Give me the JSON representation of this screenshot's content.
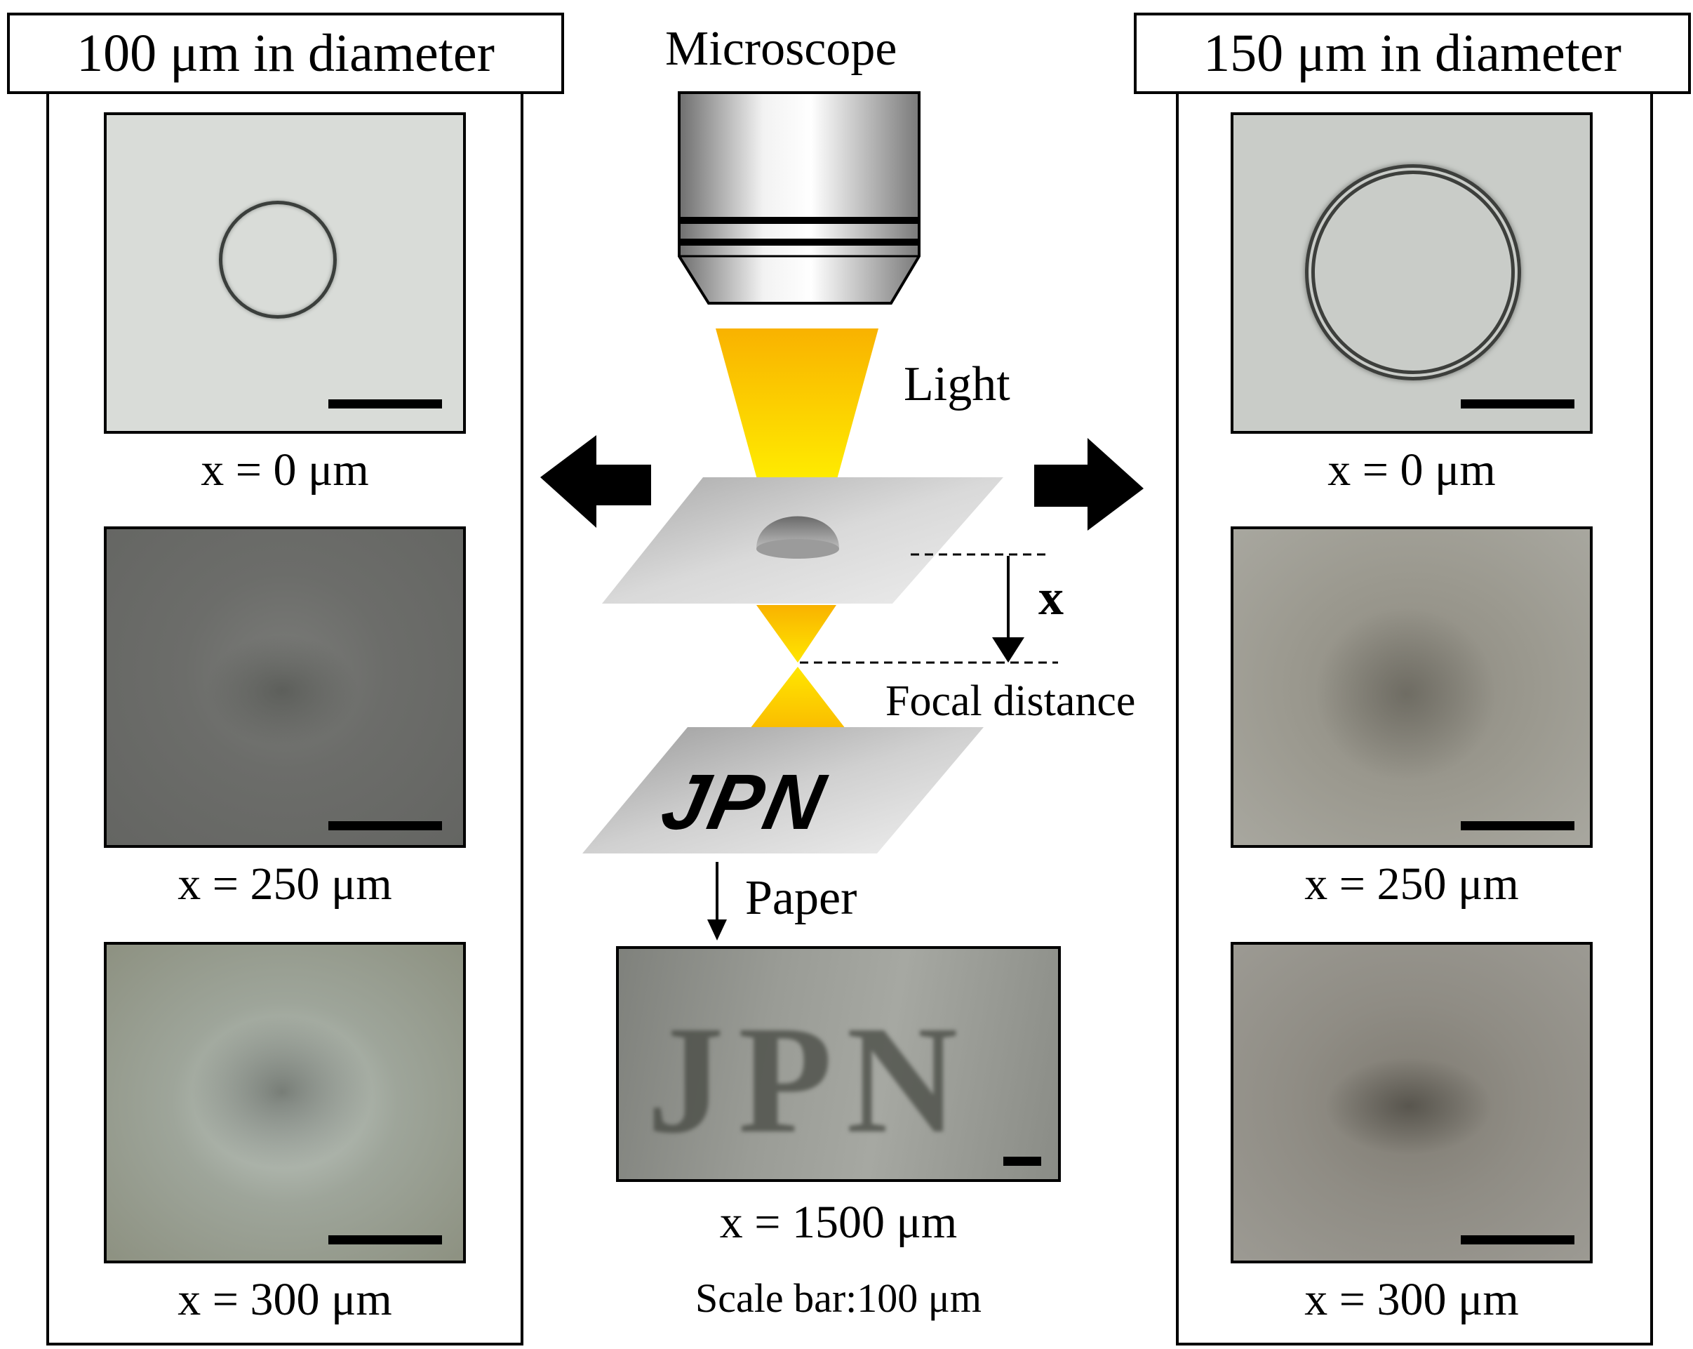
{
  "left_panel": {
    "title": "100 μm in diameter",
    "captions": [
      "x = 0 μm",
      "x = 250 μm",
      "x = 300 μm"
    ]
  },
  "right_panel": {
    "title": "150 μm in diameter",
    "captions": [
      "x = 0 μm",
      "x = 250 μm",
      "x = 300 μm"
    ]
  },
  "diagram": {
    "microscope_label": "Microscope",
    "light_label": "Light",
    "x_label": "x",
    "focal_label": "Focal distance",
    "paper_text": "JPN",
    "paper_label": "Paper"
  },
  "bottom": {
    "image_text": "JPN",
    "caption": "x = 1500 μm",
    "scale_note": "Scale bar:100 μm"
  },
  "colors": {
    "light_yellow": "#ffe100",
    "light_orange": "#f9b200",
    "slide_gray": "#bdbdbd",
    "arrow_black": "#000000"
  }
}
